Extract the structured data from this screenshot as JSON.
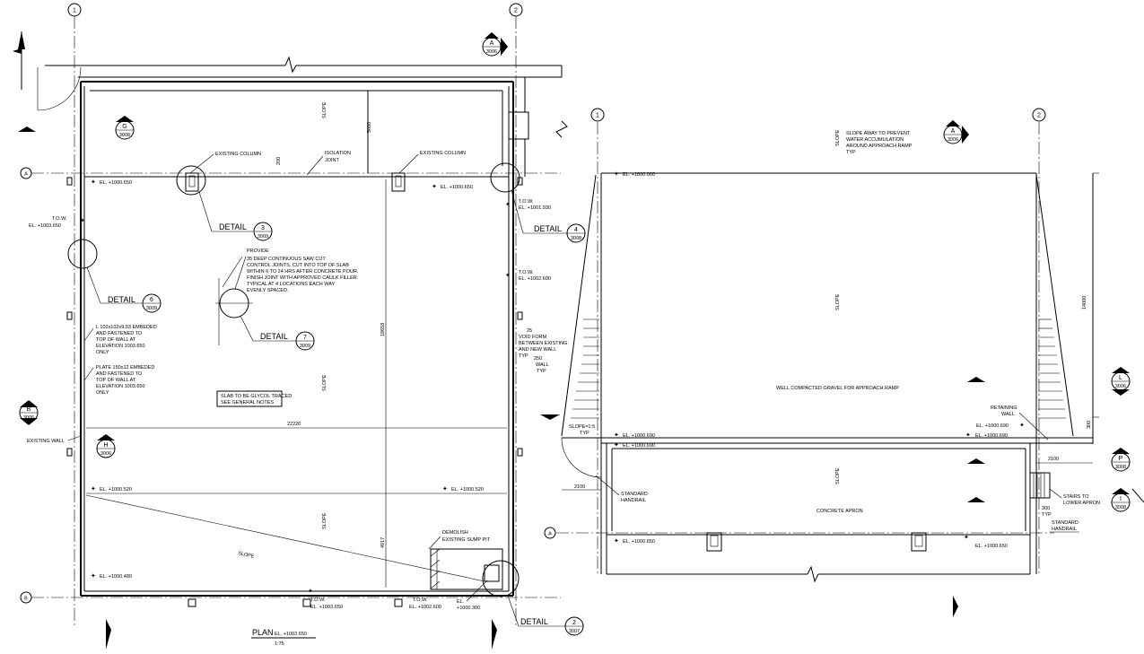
{
  "grid": {
    "g1": "1",
    "g2": "2",
    "gA": "A",
    "gB": "B"
  },
  "plan": {
    "title": "PLAN",
    "title_el": "EL. +1003.650",
    "scale": "1:75",
    "dims": {
      "d5000": "5000",
      "d200": "200",
      "d22220": "22220",
      "d18658": "18658",
      "d4917": "4917",
      "d250": "250"
    },
    "slope": "SLOPE",
    "isolation_joint": [
      "ISOLATION",
      "JOINT"
    ],
    "existing_column": "EXISTING COLUMN",
    "existing_wall": "EXISTING WALL",
    "elevations": {
      "e1": "EL. +1000.650",
      "e2": "EL. +1000.650",
      "e3": "EL. +1000.520",
      "e4": "EL. +1000.520",
      "e5": "EL. +1000.480",
      "e6": "EL. +1003.650"
    },
    "tow_left": [
      "T.O.W.",
      "EL. +1003.650"
    ],
    "tow_r1": [
      "T.O.W.",
      "EL. +1001.930"
    ],
    "tow_r2": [
      "T.O.W.",
      "EL. +1002.600"
    ],
    "tow_b1": [
      "T.O.W.",
      "EL. +1003.650"
    ],
    "tow_b2": [
      "T.O.W.",
      "EL. +1002.600"
    ],
    "tow_b3": [
      "EL.",
      "+1000.300"
    ],
    "provide_note": [
      "PROVIDE",
      "35 DEEP CONTINUOUS SAW CUT",
      "CONTROL JOINTS. CUT INTO TOP OF SLAB",
      "WITHIN 6 TO 24 HRS AFTER CONCRETE POUR.",
      "FINISH JOINT WITH APPROVED CAULK FILLER.",
      "TYPICAL AT 4 LOCATIONS EACH WAY",
      "EVENLY SPACED."
    ],
    "angle_note": [
      "L 102x102x9.53 EMBEDED",
      "AND FASTENED TO",
      "TOP OF WALL AT",
      "ELEVATION 1003.650",
      "ONLY"
    ],
    "plate_note": [
      "PLATE 150x12 EMBEDED",
      "AND FASTENED TO",
      "TOP OF WALL AT",
      "ELEVATION 1003.650",
      "ONLY"
    ],
    "glycol_note": [
      "SLAB TO BE GLYCOL TRACED",
      "SEE GENERAL NOTES"
    ],
    "void_form": [
      "25",
      "VOID FORM",
      "BETWEEN EXISTING",
      "AND NEW WALL",
      "TYP"
    ],
    "wall_typ": [
      "WALL",
      "TYP"
    ],
    "sump_note": [
      "DEMOLISH",
      "EXISTING SUMP PIT"
    ],
    "details": {
      "d3": {
        "label": "DETAIL",
        "num": "3",
        "sheet": "3009"
      },
      "d4": {
        "label": "DETAIL",
        "num": "4",
        "sheet": "3008"
      },
      "d6": {
        "label": "DETAIL",
        "num": "6",
        "sheet": "3009"
      },
      "d7": {
        "label": "DETAIL",
        "num": "7",
        "sheet": "3009"
      },
      "d2": {
        "label": "DETAIL",
        "num": "2",
        "sheet": "3007"
      }
    },
    "sections": {
      "sA": {
        "letter": "A",
        "sheet": "3006"
      },
      "sG": {
        "letter": "G",
        "sheet": "3008"
      },
      "sB": {
        "letter": "B",
        "sheet": "3006"
      },
      "sH": {
        "letter": "H",
        "sheet": "3006"
      }
    }
  },
  "ramp": {
    "slope_note": [
      "SLOPE AWAY TO PREVENT",
      "WATER ACCUMULATION",
      "AROUND APPROACH RAMP",
      "TYP"
    ],
    "slope": "SLOPE",
    "gravel": "WELL COMPACTED GRAVEL FOR APPROACH RAMP",
    "apron": "CONCRETE APRON",
    "retaining_wall": [
      "RETAINING",
      "WALL"
    ],
    "slope_ratio": [
      "SLOPE=1:5",
      "TYP"
    ],
    "standard_handrail_l": [
      "STANDARD",
      "HANDRAIL"
    ],
    "standard_handrail_r": [
      "STANDARD",
      "HANDRAIL"
    ],
    "stairs_note": [
      "STAIRS TO",
      "LOWER APRON"
    ],
    "typ300": [
      "300",
      "TYP"
    ],
    "dims": {
      "d14000": "14000",
      "d300": "300",
      "d2100a": "2100",
      "d2100b": "2100"
    },
    "elevations": {
      "r1": "EL. +1000.000",
      "r2": "EL. +1000.690",
      "r3": "EL. +1000.690",
      "r4": "EL. +1000.690",
      "r5": "EL. +1000.690",
      "r6": "EL. +1000.650",
      "r7": "EL. +1000.650"
    },
    "sections": {
      "sA": {
        "letter": "A",
        "sheet": "3006"
      },
      "sL": {
        "letter": "L",
        "sheet": "3006"
      },
      "sP": {
        "letter": "P",
        "sheet": "3008"
      },
      "sI": {
        "letter": "I",
        "sheet": "3008"
      }
    }
  }
}
